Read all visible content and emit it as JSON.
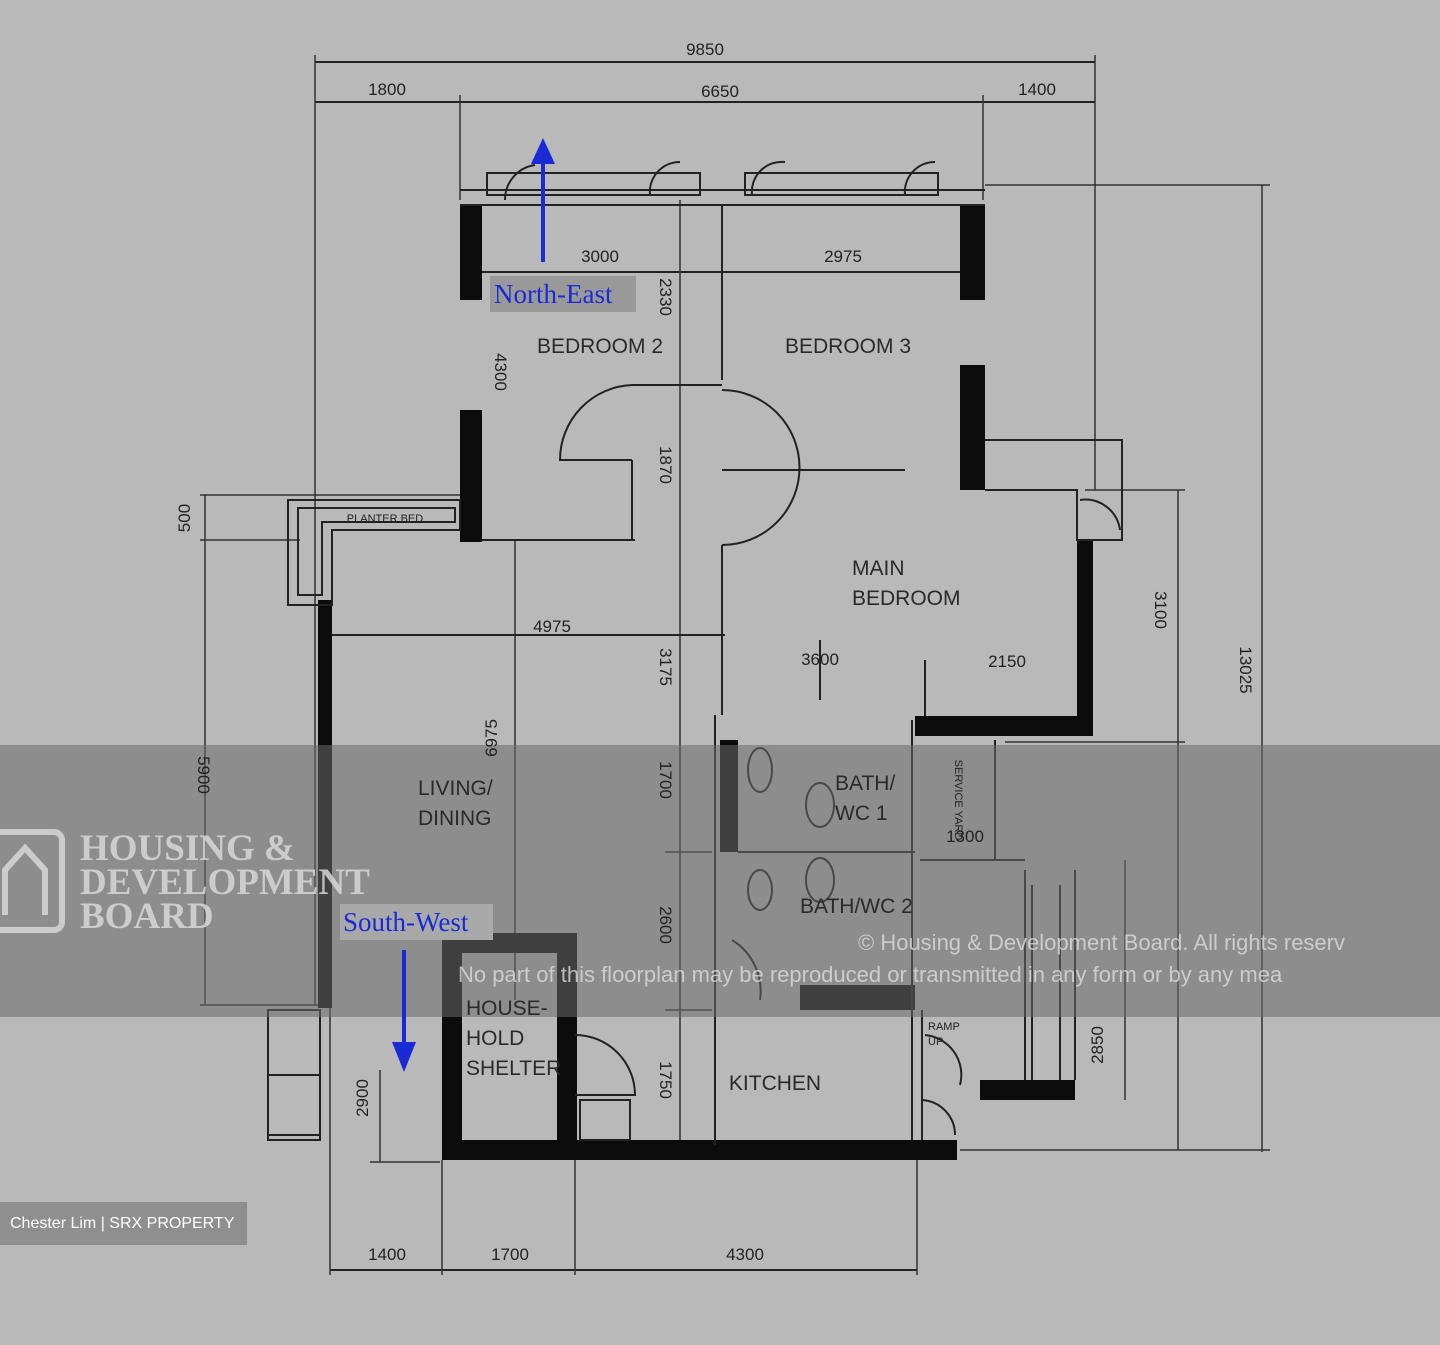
{
  "dimensions": {
    "overall_width": "9850",
    "top_left": "1800",
    "top_middle": "6650",
    "top_right": "1400",
    "bedroom2_width": "3000",
    "bedroom3_width": "2975",
    "bedroom2_v1": "2330",
    "bedroom2_v2": "4300",
    "corridor_v": "1870",
    "planter_v": "500",
    "living_width": "4975",
    "living_v": "3175",
    "main_bed_a": "3600",
    "main_bed_b": "2150",
    "main_bed_v": "3100",
    "overall_height": "13025",
    "left_v": "5900",
    "living_v2": "6975",
    "bath_v": "1700",
    "bath2_v": "2600",
    "kitchen_v": "1750",
    "yard_v": "2900",
    "service_v": "2850",
    "bottom_left": "1400",
    "bottom_middle": "1700",
    "bottom_right": "4300",
    "bath1_v": "1300"
  },
  "rooms": {
    "bedroom2": "BEDROOM 2",
    "bedroom3": "BEDROOM 3",
    "main_bedroom_1": "MAIN",
    "main_bedroom_2": "BEDROOM",
    "planter_bed": "PLANTER BED",
    "living_1": "LIVING/",
    "living_2": "DINING",
    "bath1_1": "BATH/",
    "bath1_2": "WC 1",
    "bath2": "BATH/WC 2",
    "service_yard": "SERVICE YARD",
    "shelter_1": "HOUSE-",
    "shelter_2": "HOLD",
    "shelter_3": "SHELTER",
    "kitchen": "KITCHEN",
    "ramp_1": "RAMP",
    "ramp_2": "UP"
  },
  "orientation": {
    "north_east": "North-East",
    "south_west": "South-West",
    "arrow_color": "#1a2bd6"
  },
  "watermark": {
    "line1": "HOUSING &",
    "line2": "DEVELOPMENT",
    "line3": "BOARD",
    "copyright": "© Housing & Development Board. All rights reserv",
    "notice": "No part of this floorplan may be reproduced or transmitted in any form or by any mea"
  },
  "credit": "Chester Lim | SRX PROPERTY"
}
